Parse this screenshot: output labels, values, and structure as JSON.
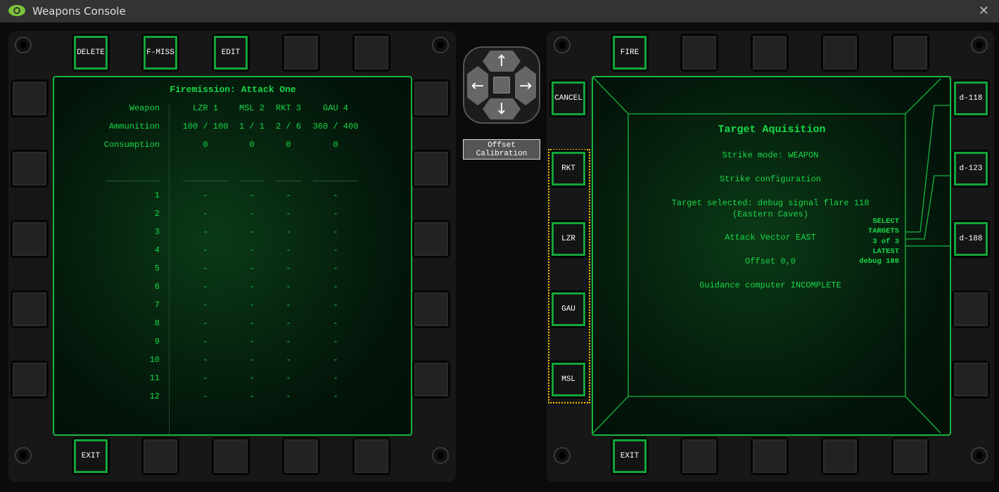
{
  "window": {
    "title": "Weapons Console",
    "close": "✕"
  },
  "left": {
    "top_buttons": [
      "DELETE",
      "F-MISS",
      "EDIT",
      "",
      ""
    ],
    "bottom_buttons": [
      "EXIT",
      "",
      "",
      "",
      ""
    ],
    "screen": {
      "title": "Firemission: Attack One",
      "row_labels": [
        "Weapon",
        "Ammunition",
        "Consumption"
      ],
      "columns": [
        {
          "weapon": "LZR 1",
          "ammo": "100 / 100",
          "consumption": "0"
        },
        {
          "weapon": "MSL 2",
          "ammo": "1 / 1",
          "consumption": "0"
        },
        {
          "weapon": "RKT 3",
          "ammo": "2 / 6",
          "consumption": "0"
        },
        {
          "weapon": "GAU 4",
          "ammo": "360 / 400",
          "consumption": "0"
        }
      ],
      "rows": [
        "1",
        "2",
        "3",
        "4",
        "5",
        "6",
        "7",
        "8",
        "9",
        "10",
        "11",
        "12"
      ],
      "empty": "-"
    }
  },
  "center": {
    "offset_label_1": "Offset",
    "offset_label_2": "Calibration",
    "arrows": {
      "up": "↑",
      "down": "↓",
      "left": "←",
      "right": "→"
    }
  },
  "right": {
    "top_buttons": [
      "FIRE",
      "",
      "",
      "",
      ""
    ],
    "bottom_buttons": [
      "EXIT",
      "",
      "",
      "",
      ""
    ],
    "left_buttons": [
      "CANCEL",
      "RKT",
      "LZR",
      "GAU",
      "MSL"
    ],
    "right_buttons": [
      "d-118",
      "d-123",
      "d-188"
    ],
    "screen": {
      "title": "Target Aquisition",
      "strike_mode": "Strike mode: WEAPON",
      "strike_config": "Strike configuration",
      "target_selected": "Target selected: debug signal flare 118",
      "target_location": "(Eastern Caves)",
      "attack_vector": "Attack Vector EAST",
      "offset": "Offset 0,0",
      "guidance": "Guidance computer INCOMPLETE",
      "select_targets": [
        "SELECT",
        "TARGETS",
        "3 of 3",
        "LATEST",
        "debug 188"
      ]
    }
  },
  "colors": {
    "accent": "#16b53f",
    "selection": "#f5c400"
  }
}
